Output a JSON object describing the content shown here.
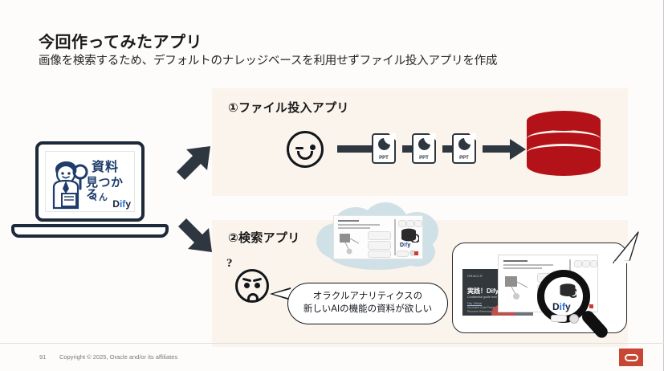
{
  "slide": {
    "title": "今回作ってみたアプリ",
    "subtitle": "画像を検索するため、デフォルトのナレッジベースを利用せずファイル投入アプリを作成",
    "background_color": "#fdfcfa",
    "panel_color": "#faf4ec",
    "accent_red": "#b31218",
    "oracle_red": "#c74634"
  },
  "laptop": {
    "app_logo": {
      "line1": "資料",
      "line2": "見つかる",
      "line3": "くん",
      "brand": "Dify",
      "brand_prefix": "D",
      "brand_accent": "if",
      "brand_suffix": "y"
    }
  },
  "arrows": {
    "up_right": "arrow-up-right",
    "down_right": "arrow-down-right"
  },
  "section1": {
    "heading": "①ファイル投入アプリ",
    "face": "winking-face",
    "files": [
      {
        "label": "PPT"
      },
      {
        "label": "PPT"
      },
      {
        "label": "PPT"
      }
    ],
    "target": "database-cylinder"
  },
  "section2": {
    "heading": "②検索アプリ",
    "question_mark": "?",
    "face": "confused-face",
    "bubble": {
      "line1": "オラクルアナリティクスの",
      "line2": "新しいAIの機能の資料が欲しい"
    },
    "thought_cloud": {
      "dify_label": "Dify",
      "dify_prefix": "D",
      "dify_accent": "if",
      "dify_suffix": "y"
    },
    "result": {
      "dark_slide": {
        "brand": "ORACLE",
        "title": "実践！Dify",
        "subtitle": "Confidential guide from Oracle",
        "link": "Dify Official",
        "meta": "Document Code\nPrepared by Oracle\nAdditional Resource Reference Line\nLast Updated: 2025"
      },
      "magnifier": {
        "dify_label": "Dify",
        "dify_prefix": "D",
        "dify_accent": "if",
        "dify_suffix": "y"
      }
    }
  },
  "footer": {
    "page_number": "91",
    "copyright": "Copyright © 2025, Oracle and/or its affiliates",
    "logo": "oracle-logo"
  }
}
